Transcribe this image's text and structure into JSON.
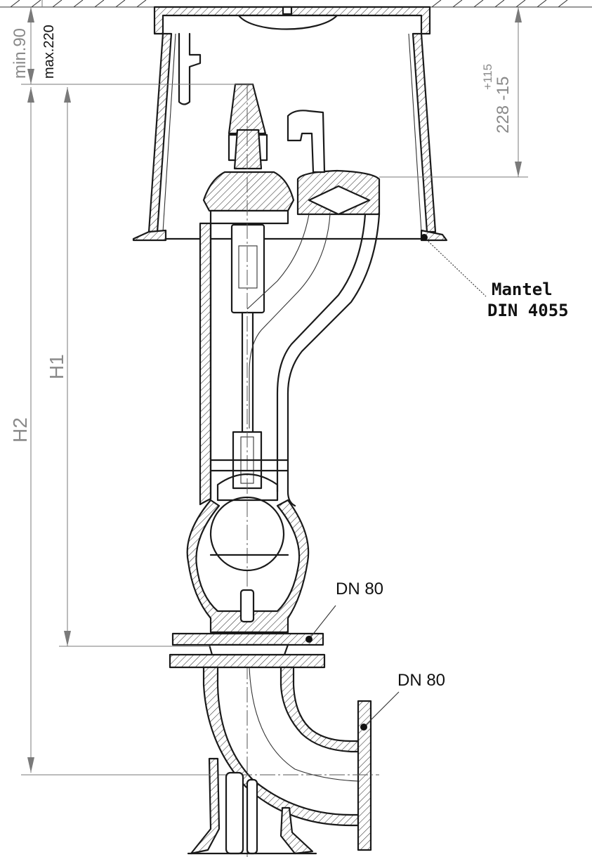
{
  "dimensions": {
    "cover_min": "min.90",
    "cover_max": "max.220",
    "mantel_height_tol": "+115",
    "mantel_height": "228 -15",
    "h1": "H1",
    "h2": "H2"
  },
  "labels": {
    "mantel_line1": "Mantel",
    "mantel_line2": "DIN 4055",
    "flange_upper": "DN 80",
    "flange_outlet": "DN 80"
  }
}
